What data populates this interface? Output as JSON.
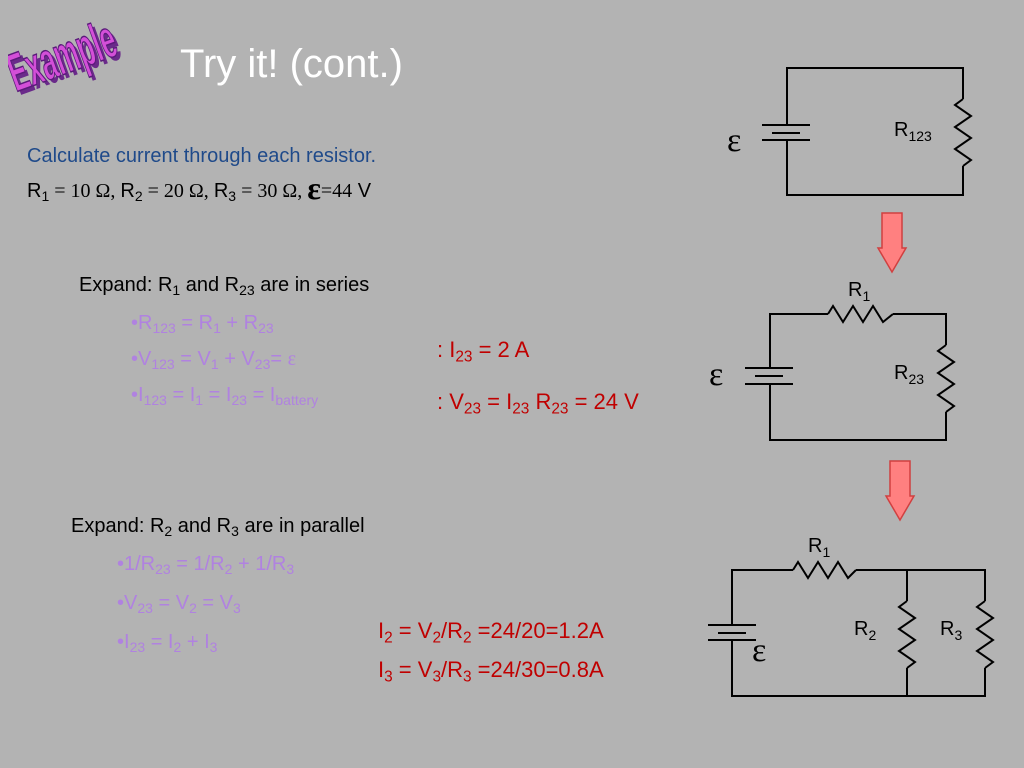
{
  "logo": {
    "text": "Example"
  },
  "title": "Try it! (cont.)",
  "intro": {
    "prompt": "Calculate current through each resistor.",
    "givens": {
      "r1_label": "R",
      "r1_sub": "1",
      "r1_val": " = 10 Ω, ",
      "r2_label": "R",
      "r2_sub": "2",
      "r2_val": " = 20 Ω, ",
      "r3_label": "R",
      "r3_sub": "3",
      "r3_val": " = 30 Ω, ",
      "emf_symbol": "ε",
      "emf_val": "=44",
      "emf_unit": " V"
    }
  },
  "section1": {
    "head": {
      "a": "Expand: R",
      "a_sub": "1",
      "b": " and R",
      "b_sub": "23",
      "c": " are in series"
    },
    "bullets": [
      {
        "p0": "•R",
        "s0": "123",
        "p1": " = R",
        "s1": "1",
        "p2": " + R",
        "s2": "23"
      },
      {
        "p0": "•V",
        "s0": "123",
        "p1": " = V",
        "s1": "1",
        "p2": " + V",
        "s2": "23",
        "p3": "= ",
        "eps": "ε"
      },
      {
        "p0": "•I",
        "s0": "123",
        "p1": " = I",
        "s1": "1",
        "p2": " = I",
        "s2": "23",
        "p3": " = I",
        "s3": "battery"
      }
    ],
    "results": [
      {
        "p0": ": I",
        "s0": "23",
        "p1": " = 2 A"
      },
      {
        "p0": ": V",
        "s0": "23",
        "p1": " = I",
        "s1": "23",
        "p2": " R",
        "s2": "23",
        "p3": " = 24 V"
      }
    ]
  },
  "section2": {
    "head": {
      "a": "Expand: R",
      "a_sub": "2",
      "b": " and R",
      "b_sub": "3",
      "c": " are in parallel"
    },
    "bullets": [
      {
        "p0": "•1/R",
        "s0": "23",
        "p1": " = 1/R",
        "s1": "2",
        "p2": " + 1/R",
        "s2": "3"
      },
      {
        "p0": "•V",
        "s0": "23",
        "p1": " = V",
        "s1": "2",
        "p2": " = V",
        "s2": "3"
      },
      {
        "p0": "•I",
        "s0": "23",
        "p1": " = I",
        "s1": "2",
        "p2": " + I",
        "s2": "3"
      }
    ],
    "results": [
      {
        "p0": "I",
        "s0": "2",
        "p1": " = V",
        "s1": "2",
        "p2": "/R",
        "s2": "2",
        "p3": " =24/20=1.2A"
      },
      {
        "p0": "I",
        "s0": "3",
        "p1": " = V",
        "s1": "3",
        "p2": "/R",
        "s2": "3",
        "p3": " =24/30=0.8A"
      }
    ]
  },
  "circuits": {
    "emf_symbol": "ε",
    "c1": {
      "r123": "R",
      "r123_sub": "123"
    },
    "c2": {
      "r1": "R",
      "r1_sub": "1",
      "r23": "R",
      "r23_sub": "23"
    },
    "c3": {
      "r1": "R",
      "r1_sub": "1",
      "r2": "R",
      "r2_sub": "2",
      "r3": "R",
      "r3_sub": "3"
    }
  },
  "colors": {
    "background": "#b3b3b3",
    "title": "#ffffff",
    "prompt": "#1f4a8a",
    "bullets": "#b082e0",
    "results": "#c00000",
    "arrow_fill": "#ff8080",
    "arrow_stroke": "#d04040",
    "logo_fill": "#d34fd8"
  }
}
